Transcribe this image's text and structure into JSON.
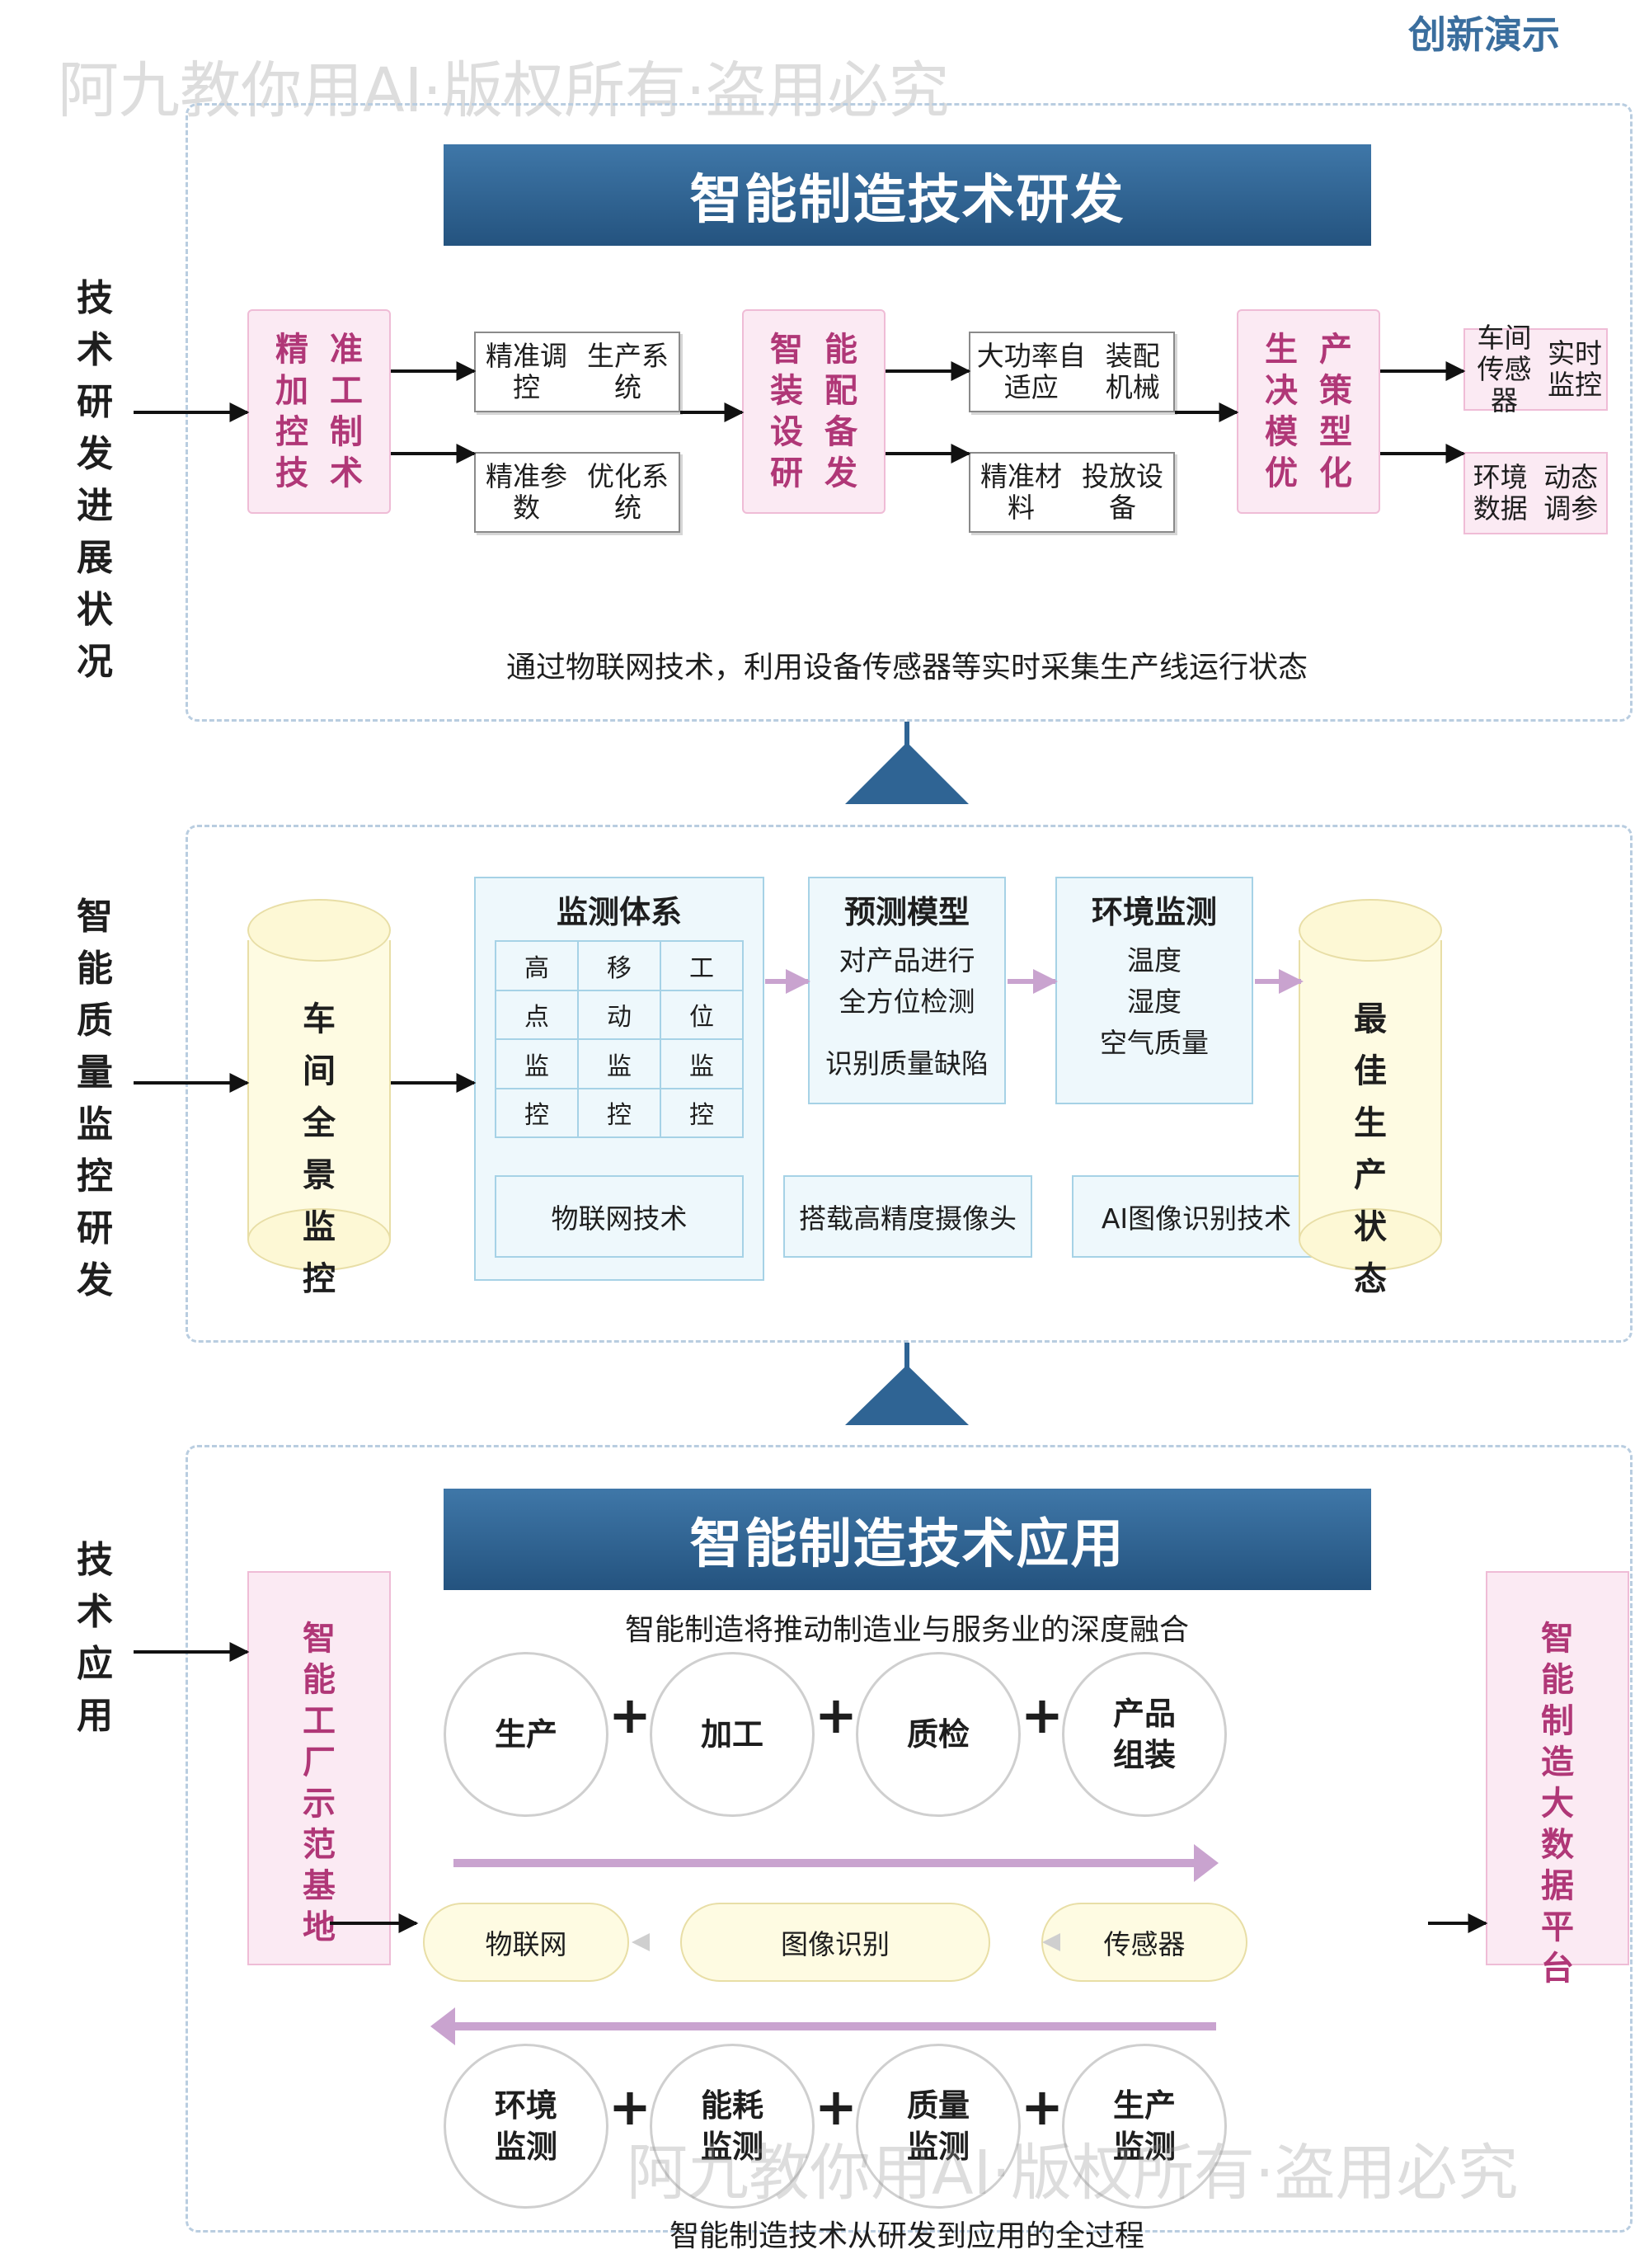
{
  "corner_label": "创新演示",
  "watermark_text": "阿九教你用AI·版权所有·盗用必究",
  "section1": {
    "side_label": [
      "技",
      "术",
      "研",
      "发",
      "进",
      "展",
      "状",
      "况"
    ],
    "banner": "智能制造技术研发",
    "col1": [
      "精",
      "准",
      "加",
      "工",
      "控",
      "制",
      "技",
      "术"
    ],
    "box1a": [
      "精准调控",
      "生产系统"
    ],
    "box1b": [
      "精准参数",
      "优化系统"
    ],
    "col2": [
      "智",
      "能",
      "装",
      "配",
      "设",
      "备",
      "研",
      "发"
    ],
    "box2a": [
      "大功率自适应",
      "装配机械"
    ],
    "box2b": [
      "精准材料",
      "投放设备"
    ],
    "col3": [
      "生",
      "产",
      "决",
      "策",
      "模",
      "型",
      "优",
      "化"
    ],
    "box3a": [
      "车间传感器",
      "实时监控"
    ],
    "box3b": [
      "环境数据",
      "动态调参"
    ],
    "caption": "通过物联网技术，利用设备传感器等实时采集生产线运行状态"
  },
  "section2": {
    "side_label": [
      "智",
      "能",
      "质",
      "量",
      "监",
      "控",
      "研",
      "发"
    ],
    "left_cylinder": [
      "车",
      "间",
      "全",
      "景",
      "监",
      "控"
    ],
    "monitor_title": "监测体系",
    "monitor_grid": [
      [
        "高",
        "移",
        "工"
      ],
      [
        "点",
        "动",
        "位"
      ],
      [
        "监",
        "监",
        "监"
      ],
      [
        "控",
        "控",
        "控"
      ]
    ],
    "monitor_footer": "物联网技术",
    "predict_title": "预测模型",
    "predict_lines": [
      "对产品进行",
      "全方位检测",
      "识别质量缺陷"
    ],
    "camera_box": "搭载高精度摄像头",
    "env_title": "环境监测",
    "env_lines": [
      "温度",
      "湿度",
      "空气质量"
    ],
    "ai_box": "AI图像识别技术",
    "right_cylinder": [
      "最",
      "佳",
      "生",
      "产",
      "状",
      "态"
    ]
  },
  "section3": {
    "side_label": [
      "技",
      "术",
      "应",
      "用"
    ],
    "banner": "智能制造技术应用",
    "left_column": [
      "智",
      "能",
      "工",
      "厂",
      "示",
      "范",
      "基",
      "地"
    ],
    "subtitle": "智能制造将推动制造业与服务业的深度融合",
    "top_circles": [
      [
        "生产"
      ],
      [
        "加工"
      ],
      [
        "质检"
      ],
      [
        "产品",
        "组装"
      ]
    ],
    "plus_symbol": "+",
    "pills": [
      "物联网",
      "图像识别",
      "传感器"
    ],
    "bottom_circles": [
      [
        "环境",
        "监测"
      ],
      [
        "能耗",
        "监测"
      ],
      [
        "质量",
        "监测"
      ],
      [
        "生产",
        "监测"
      ]
    ],
    "right_column": [
      "智",
      "能",
      "制",
      "造",
      "大",
      "数",
      "据",
      "平",
      "台"
    ],
    "caption": "智能制造技术从研发到应用的全过程"
  },
  "colors": {
    "banner_blue": "#2f6494",
    "accent_pink_text": "#b03777",
    "pink_fill": "#fbeaf3",
    "light_blue_fill": "#eef8fc",
    "cream_fill": "#fefbe2",
    "purple_arrow": "#c9a3cf",
    "panel_border": "#b9cde0"
  }
}
